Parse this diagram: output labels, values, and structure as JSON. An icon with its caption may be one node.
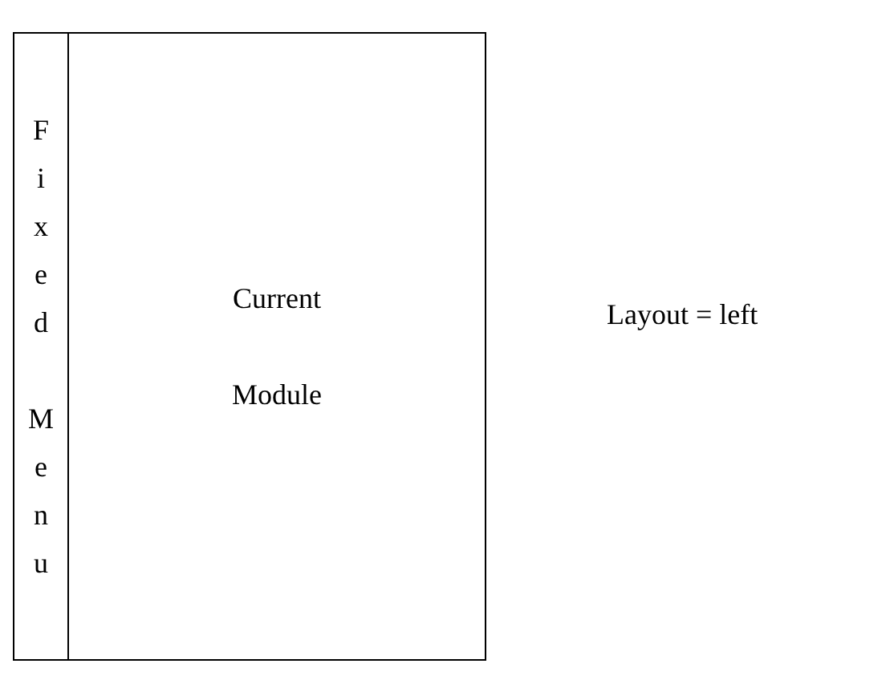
{
  "diagram": {
    "nodes": [
      {
        "text": [],
        "shape": "box"
      },
      {
        "text": [
          "Fixed Menu"
        ],
        "in": 0
      },
      {
        "text": [
          "Current Module"
        ],
        "in": 0
      }
    ],
    "labels": [
      "Layout = left"
    ]
  }
}
